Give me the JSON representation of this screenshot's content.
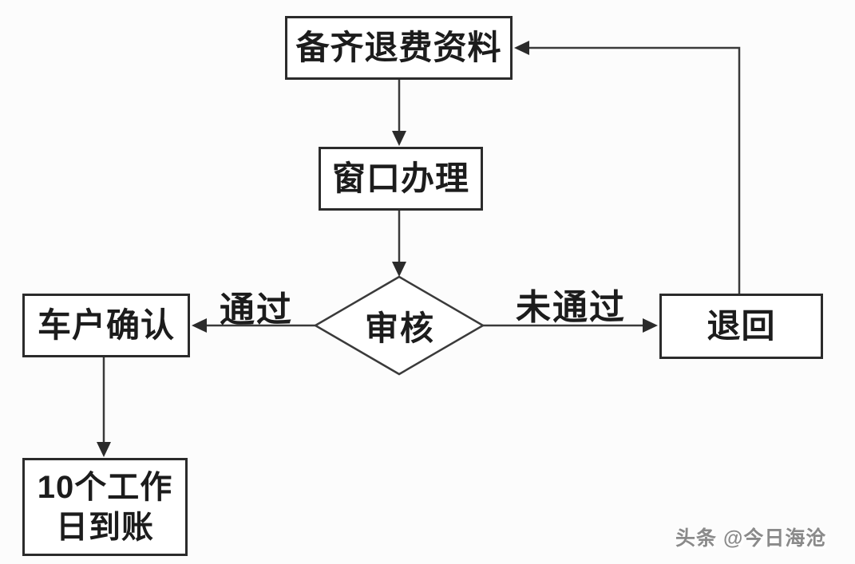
{
  "diagram": {
    "type": "flowchart",
    "nodes": {
      "prepare": {
        "label": "备齐退费资料",
        "shape": "rect"
      },
      "window": {
        "label": "窗口办理",
        "shape": "rect"
      },
      "review": {
        "label": "审核",
        "shape": "diamond"
      },
      "confirm": {
        "label": "车户确认",
        "shape": "rect"
      },
      "arrive": {
        "label": "10个工作日到账",
        "lines": [
          "10个工作",
          "日到账"
        ],
        "shape": "rect"
      },
      "return": {
        "label": "退回",
        "shape": "rect"
      }
    },
    "edge_labels": {
      "pass": "通过",
      "fail": "未通过"
    },
    "edges": [
      {
        "from": "prepare",
        "to": "window",
        "label": ""
      },
      {
        "from": "window",
        "to": "review",
        "label": ""
      },
      {
        "from": "review",
        "to": "confirm",
        "label": "通过"
      },
      {
        "from": "review",
        "to": "return",
        "label": "未通过"
      },
      {
        "from": "confirm",
        "to": "arrive",
        "label": ""
      },
      {
        "from": "return",
        "to": "prepare",
        "label": ""
      }
    ],
    "colors": {
      "background": "#fcfcfc",
      "box_fill": "#ffffff",
      "box_border": "#2b2b2b",
      "line": "#3a3a3a",
      "text": "#1c1c1c",
      "watermark": "#8a8a8a"
    }
  },
  "watermark": {
    "text": "头条 @今日海沧"
  }
}
